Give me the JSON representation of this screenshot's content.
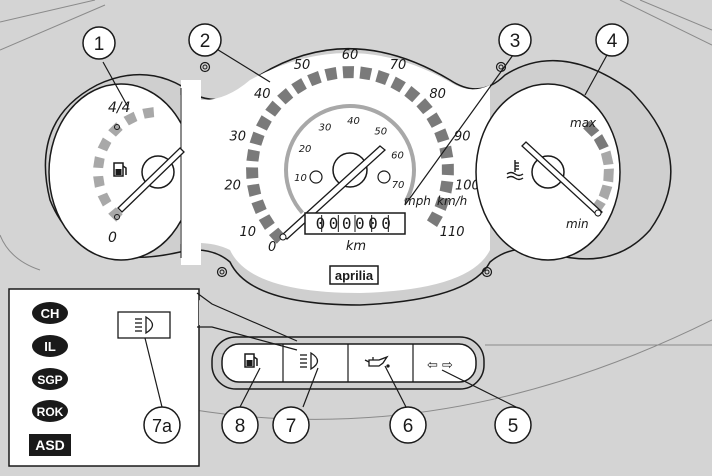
{
  "callouts": [
    {
      "id": "1",
      "label": "1"
    },
    {
      "id": "2",
      "label": "2"
    },
    {
      "id": "3",
      "label": "3"
    },
    {
      "id": "4",
      "label": "4"
    },
    {
      "id": "5",
      "label": "5"
    },
    {
      "id": "6",
      "label": "6"
    },
    {
      "id": "7",
      "label": "7"
    },
    {
      "id": "7a",
      "label": "7a"
    },
    {
      "id": "8",
      "label": "8"
    }
  ],
  "fuel_gauge": {
    "full_label": "4/4",
    "empty_label": "0",
    "icon": "fuel-pump-icon"
  },
  "speedometer": {
    "kmh_ticks": [
      "10",
      "20",
      "30",
      "40",
      "50",
      "60",
      "70",
      "80",
      "90",
      "100",
      "110"
    ],
    "mph_ticks": [
      "0",
      "10",
      "20",
      "30",
      "40",
      "50",
      "60",
      "70"
    ],
    "zero_label": "0",
    "odometer": "000000",
    "odo_unit": "km",
    "unit_mph": "mph",
    "unit_kmh": "km/h",
    "brand": "aprilia"
  },
  "temp_gauge": {
    "max_label": "max",
    "min_label": "min",
    "icon": "coolant-temperature-icon"
  },
  "warning_lights": [
    {
      "icon": "fuel-pump-icon"
    },
    {
      "icon": "high-beam-icon"
    },
    {
      "icon": "oil-can-icon"
    },
    {
      "icon": "turn-signal-icon",
      "text": "⇦ ⇨"
    }
  ],
  "country_badges": [
    "CH",
    "IL",
    "SGP",
    "ROK"
  ],
  "country_asd": "ASD",
  "inset_icon": "high-beam-icon",
  "colors": {
    "background": "#d4d4d4",
    "panel_grey": "#c4c4c4",
    "scale_grey": "#a8a8a8",
    "scale_dark": "#7a7a7a",
    "ink": "#1a1a1a"
  }
}
